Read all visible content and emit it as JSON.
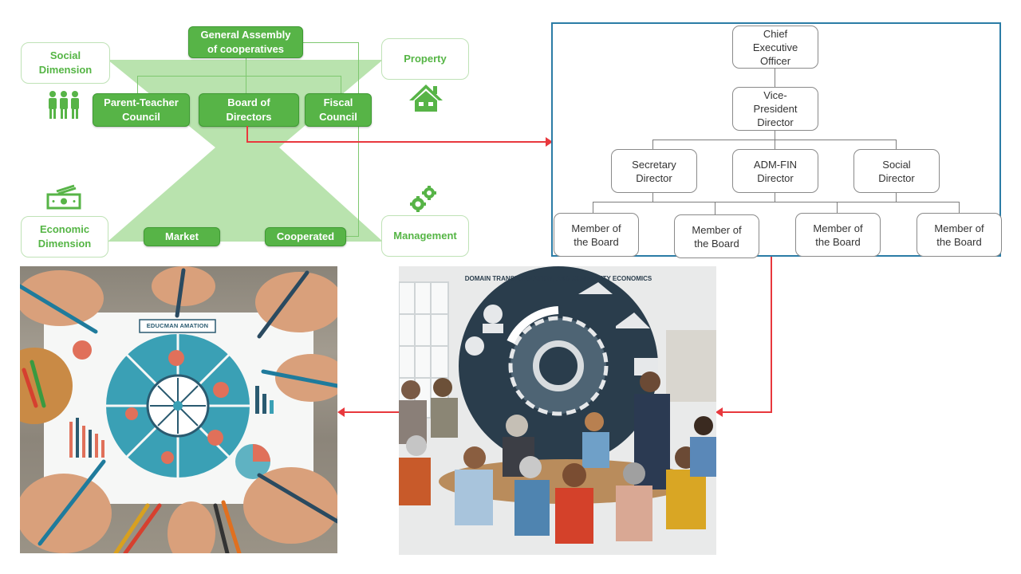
{
  "cooperative_diagram": {
    "top_box": "General Assembly\nof cooperatives",
    "middle_boxes": [
      "Parent-Teacher\nCouncil",
      "Board of\nDirectors",
      "Fiscal\nCouncil"
    ],
    "bottom_boxes": [
      "Market",
      "Cooperated"
    ],
    "corners": {
      "top_left": "Social\nDimension",
      "top_right": "Property",
      "bottom_left": "Economic\nDimension",
      "bottom_right": "Management"
    },
    "icons": [
      "people-icon",
      "house-icon",
      "money-icon",
      "gears-icon"
    ],
    "colors": {
      "primary_green": "#57b447",
      "light_green": "#b9e3ae",
      "arrow_red": "#e8383d"
    }
  },
  "org_chart": {
    "ceo": "Chief\nExecutive\nOfficer",
    "vice_president": "Vice-\nPresident\nDirector",
    "directors": [
      "Secretary\nDirector",
      "ADM-FIN\nDirector",
      "Social\nDirector"
    ],
    "members": [
      "Member of\nthe Board",
      "Member of\nthe Board",
      "Member of\nthe Board",
      "Member of\nthe Board"
    ],
    "border_color": "#2b7ca6"
  },
  "images": {
    "left": {
      "poster_label": "EDUCMAN AMATION"
    },
    "right": {
      "circle_text": "DOMAIN TRANSFORMATION, AND COMMUNITY ECONOMICS"
    }
  }
}
